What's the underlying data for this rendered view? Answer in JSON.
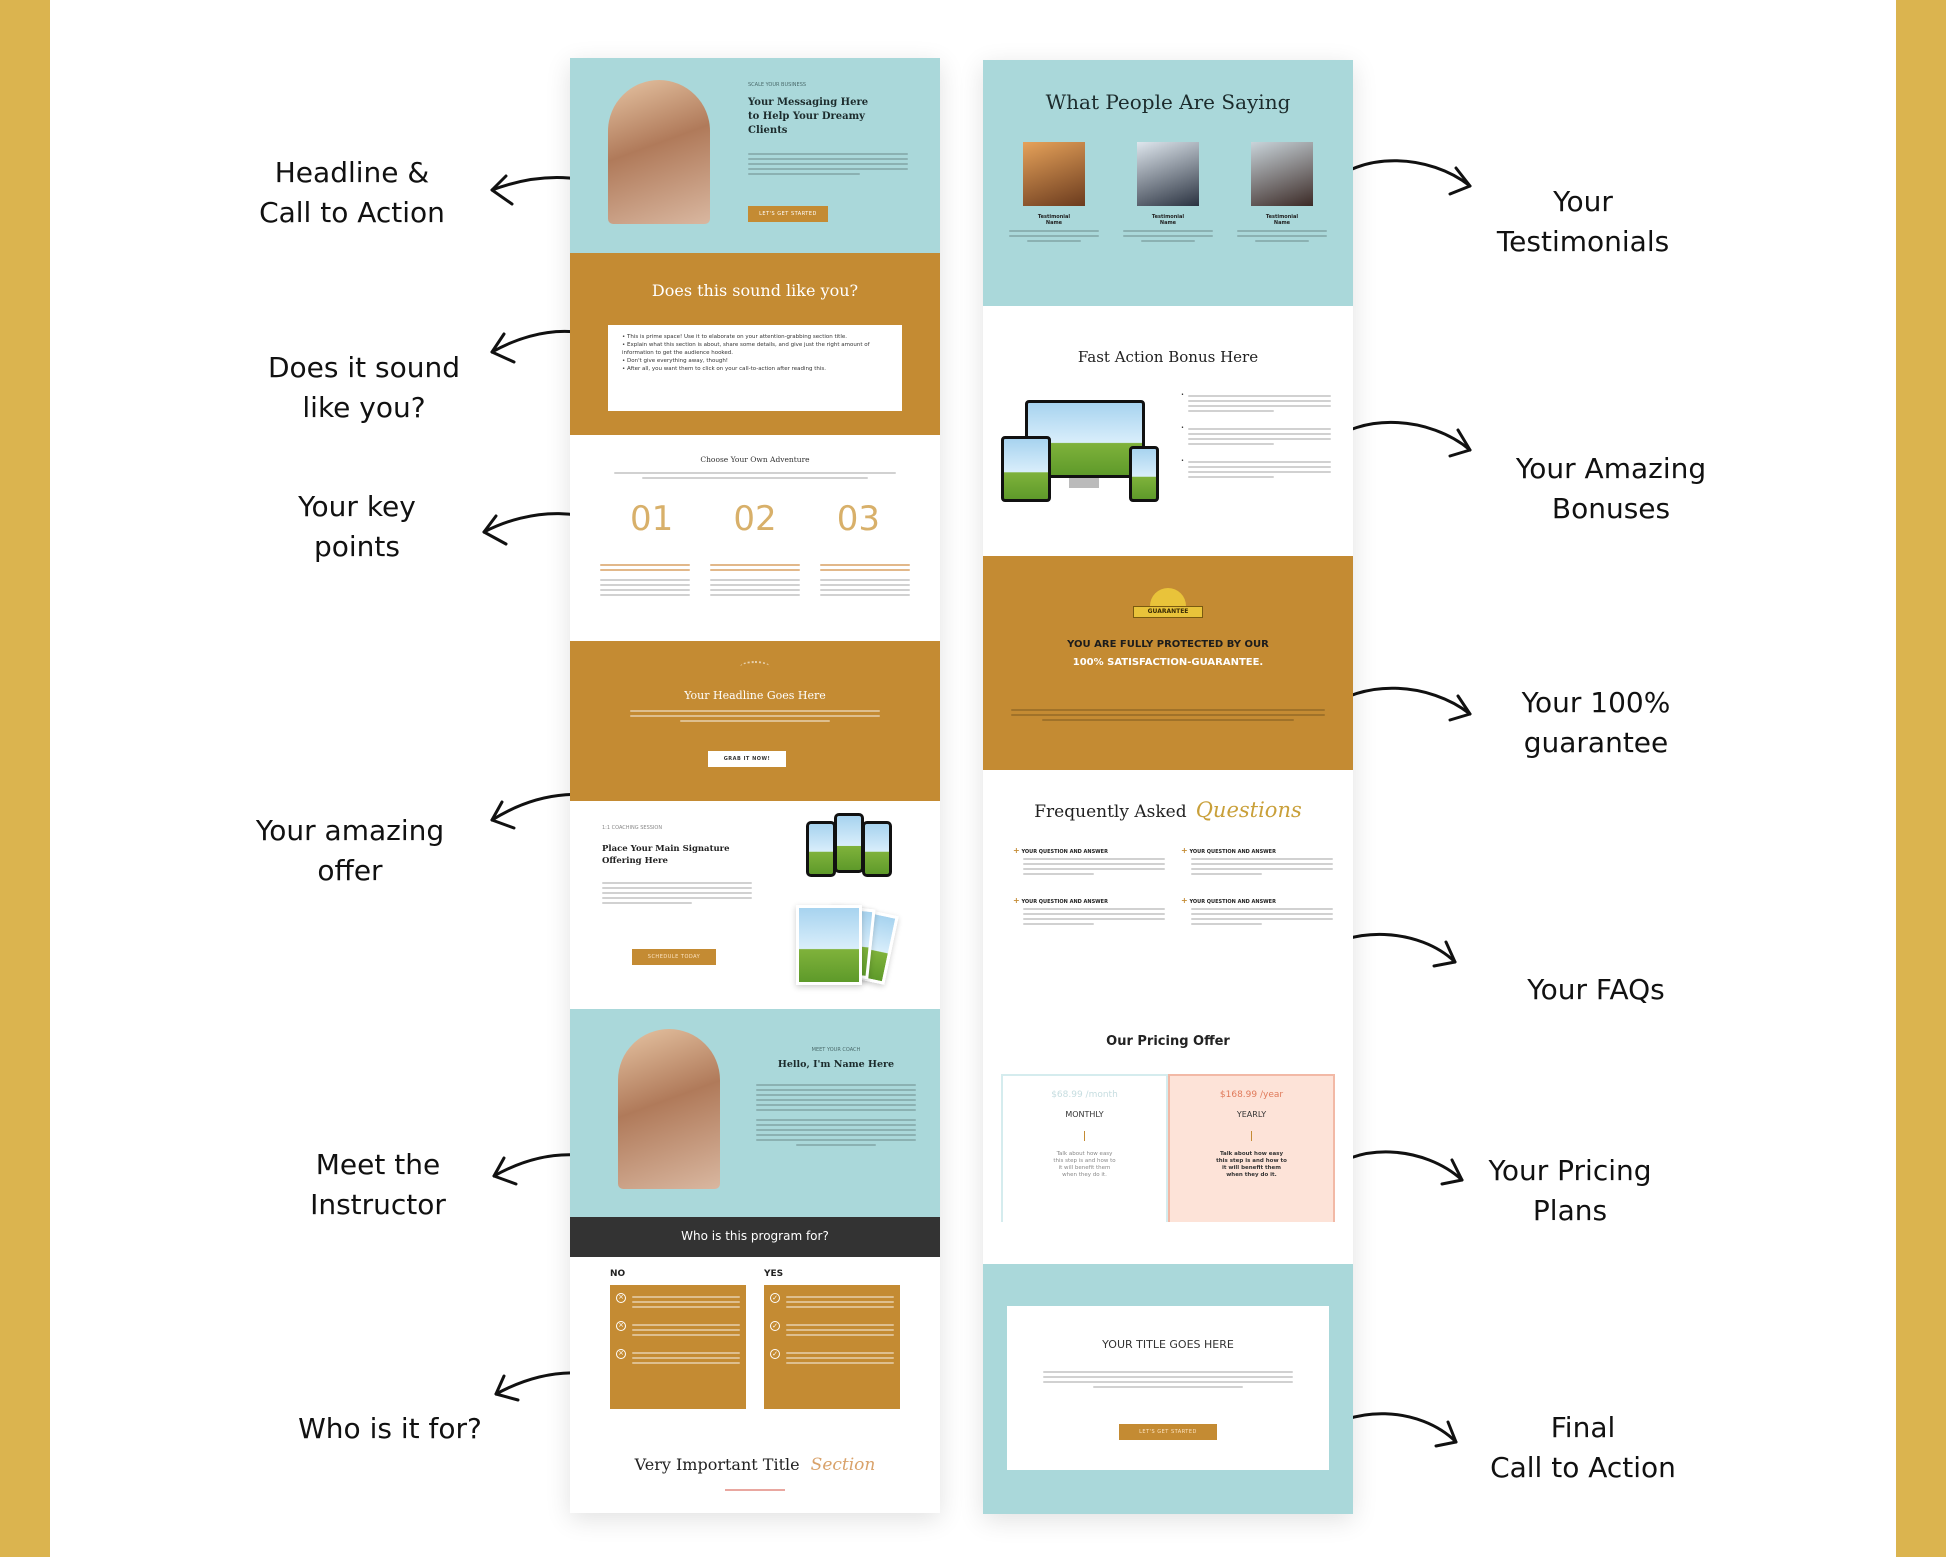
{
  "callouts": {
    "headline": [
      "Headline &",
      "Call to Action"
    ],
    "sound_like": [
      "Does it sound",
      "like you?"
    ],
    "key_points": [
      "Your key",
      "points"
    ],
    "offer": [
      "Your amazing",
      "offer"
    ],
    "instructor": [
      "Meet the",
      "Instructor"
    ],
    "who": [
      "Who is it for?"
    ],
    "testimonials": [
      "Your",
      "Testimonials"
    ],
    "bonuses": [
      "Your Amazing",
      "Bonuses"
    ],
    "guarantee": [
      "Your 100%",
      "guarantee"
    ],
    "faqs": [
      "Your FAQs"
    ],
    "pricing": [
      "Your Pricing",
      "Plans"
    ],
    "final_cta": [
      "Final",
      "Call to Action"
    ]
  },
  "left": {
    "hero": {
      "eyebrow": "SCALE YOUR BUSINESS",
      "title_lines": [
        "Your Messaging Here",
        "to Help Your Dreamy",
        "Clients"
      ],
      "button": "LET'S GET STARTED"
    },
    "sound": {
      "title": "Does this sound like you?",
      "bullets": [
        "This is prime space! Use it to elaborate on your attention-grabbing section title.",
        "Explain what this section is about, share some details, and give just the right amount of information to get the audience hooked.",
        "Don't give everything away, though!",
        "After all, you want them to click on your call-to-action after reading this."
      ]
    },
    "keypoints": {
      "title": "Choose Your Own Adventure",
      "numbers": [
        "01",
        "02",
        "03"
      ]
    },
    "headline": {
      "title": "Your Headline Goes Here",
      "button": "GRAB IT NOW!"
    },
    "offer": {
      "eyebrow": "1:1 COACHING SESSION",
      "title_lines": [
        "Place Your Main Signature",
        "Offering Here"
      ],
      "button": "SCHEDULE TODAY"
    },
    "instructor": {
      "eyebrow": "MEET YOUR COACH",
      "title": "Hello, I'm Name Here"
    },
    "who": {
      "bar_title": "Who is this program for?",
      "no_label": "NO",
      "yes_label": "YES"
    },
    "important": {
      "title": "Very Important Title",
      "script": "Section"
    }
  },
  "right": {
    "testimonials": {
      "title": "What People Are Saying",
      "items": [
        {
          "name_lines": [
            "Testimonial",
            "Name"
          ]
        },
        {
          "name_lines": [
            "Testimonial",
            "Name"
          ]
        },
        {
          "name_lines": [
            "Testimonial",
            "Name"
          ]
        }
      ]
    },
    "bonus": {
      "title": "Fast Action Bonus Here"
    },
    "guarantee": {
      "badge": "GUARANTEE",
      "line1": "YOU ARE FULLY PROTECTED BY OUR",
      "line2": "100% SATISFACTION-GUARANTEE."
    },
    "faq": {
      "title": "Frequently Asked",
      "script": "Questions",
      "questions": [
        "YOUR QUESTION AND ANSWER",
        "YOUR QUESTION AND ANSWER",
        "YOUR QUESTION AND ANSWER",
        "YOUR QUESTION AND ANSWER"
      ]
    },
    "pricing": {
      "title": "Our Pricing Offer",
      "monthly_price": "$68.99 /month",
      "monthly_label": "MONTHLY",
      "monthly_desc_lines": [
        "Talk about how easy",
        "this step is and how to",
        "it will benefit them",
        "when they do it."
      ],
      "yearly_price": "$168.99 /year",
      "yearly_label": "YEARLY",
      "yearly_desc_lines": [
        "Talk about how easy",
        "this step is and how to",
        "it will benefit them",
        "when they do it."
      ]
    },
    "final": {
      "title": "YOUR TITLE GOES HERE",
      "button": "LET'S GET STARTED"
    }
  },
  "colors": {
    "teal": "#aad8da",
    "ochre": "#c48b33",
    "gold_frame": "#dbb44f",
    "dark_bar": "#333333",
    "price_pink": "#fde3d8"
  }
}
